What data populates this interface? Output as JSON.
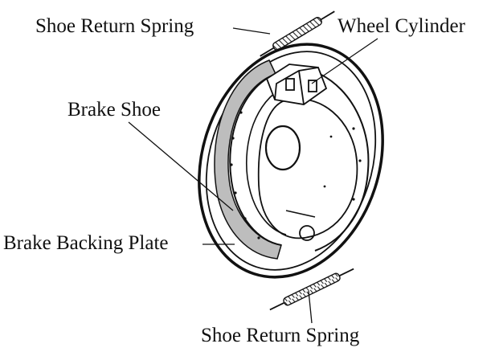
{
  "labels": {
    "shoe_return_spring_top": "Shoe Return Spring",
    "wheel_cylinder": "Wheel Cylinder",
    "brake_shoe": "Brake Shoe",
    "brake_backing_plate": "Brake Backing Plate",
    "shoe_return_spring_bottom": "Shoe Return Spring"
  },
  "colors": {
    "ink": "#111111",
    "background": "#ffffff",
    "lining_shade": "#bdbdbd"
  }
}
